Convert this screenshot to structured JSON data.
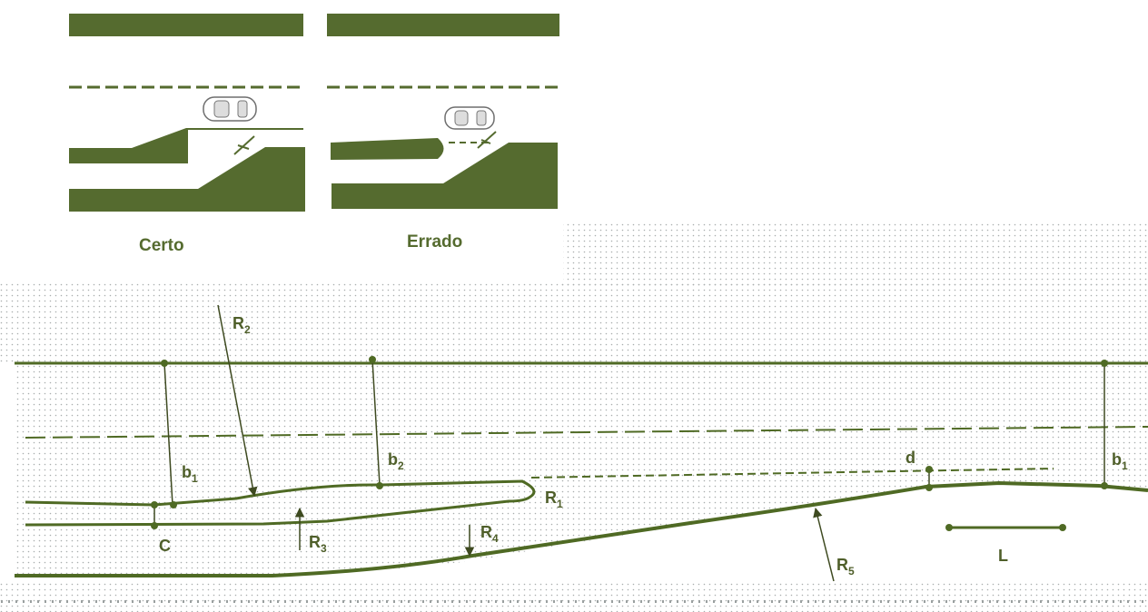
{
  "colors": {
    "road_green": "#556b2f",
    "line_green": "#4f6a24",
    "dot_grey": "#9aa0a0"
  },
  "top_panels": {
    "left_caption": "Certo",
    "right_caption": "Errado"
  },
  "diagram_labels": {
    "R2": {
      "base": "R",
      "sub": "2"
    },
    "b1_left": {
      "base": "b",
      "sub": "1"
    },
    "b2": {
      "base": "b",
      "sub": "2"
    },
    "R1": {
      "base": "R",
      "sub": "1"
    },
    "C": "C",
    "R3": {
      "base": "R",
      "sub": "3"
    },
    "R4": {
      "base": "R",
      "sub": "4"
    },
    "R5": {
      "base": "R",
      "sub": "5"
    },
    "d": "d",
    "b1_right": {
      "base": "b",
      "sub": "1"
    },
    "L": "L"
  },
  "icons": [
    "car-icon-left",
    "car-icon-right",
    "pedestrian-crossing-icon-left",
    "pedestrian-crossing-icon-right"
  ]
}
